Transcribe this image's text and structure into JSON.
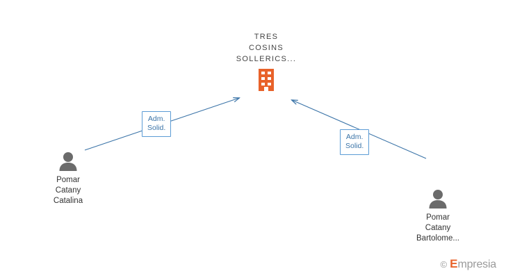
{
  "diagram": {
    "type": "org-relationship-graph",
    "company": {
      "name_lines": [
        "TRES",
        "COSINS",
        "SOLLERICS..."
      ],
      "icon": "building-icon",
      "icon_color": "#e8622a"
    },
    "persons": [
      {
        "id": "person-left",
        "name_lines": [
          "Pomar",
          "Catany",
          "Catalina"
        ],
        "icon": "person-icon"
      },
      {
        "id": "person-right",
        "name_lines": [
          "Pomar",
          "Catany",
          "Bartolome..."
        ],
        "icon": "person-icon"
      }
    ],
    "edges": [
      {
        "id": "edge-left",
        "from": "person-left",
        "to": "company",
        "label": "Adm.\nSolid.",
        "color": "#3b74a8"
      },
      {
        "id": "edge-right",
        "from": "person-right",
        "to": "company",
        "label": "Adm.\nSolid.",
        "color": "#3b74a8"
      }
    ],
    "watermark": {
      "copyright": "©",
      "brand_first": "E",
      "brand_rest": "mpresia"
    }
  }
}
